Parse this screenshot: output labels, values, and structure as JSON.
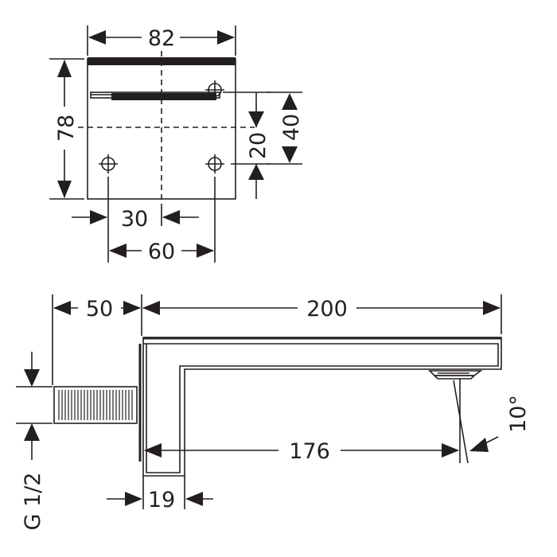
{
  "front_view": {
    "width_label": "82",
    "height_label": "78",
    "side_offset_label": "20",
    "side_span_label": "40",
    "hole_offset_label": "30",
    "hole_span_label": "60"
  },
  "side_view": {
    "inlet_length_label": "50",
    "spout_length_label": "200",
    "outlet_distance_label": "176",
    "wall_thickness_label": "19",
    "angle_label": "10°",
    "thread_label": "G 1/2"
  }
}
